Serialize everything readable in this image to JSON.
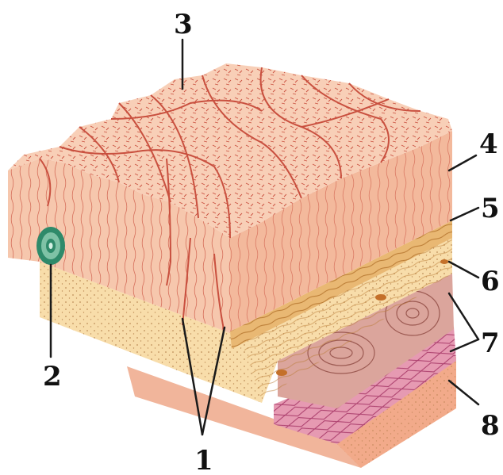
{
  "labels": {
    "n1": "1",
    "n2": "2",
    "n3": "3",
    "n4": "4",
    "n5": "5",
    "n6": "6",
    "n7": "7",
    "n8": "8"
  },
  "colors": {
    "epithelium": "#f6c7ad",
    "epithelium_side": "#f3b99c",
    "vessels": "#c9503f",
    "lamina_band": "#e9b873",
    "submucosa": "#f8ddaa",
    "muscle_circular": "#dba59c",
    "muscle_longitudinal": "#e69ab2",
    "outer_layer": "#f2aa8a",
    "gland": "#2f8a6a",
    "leader_lines": "#1a1a1a"
  }
}
